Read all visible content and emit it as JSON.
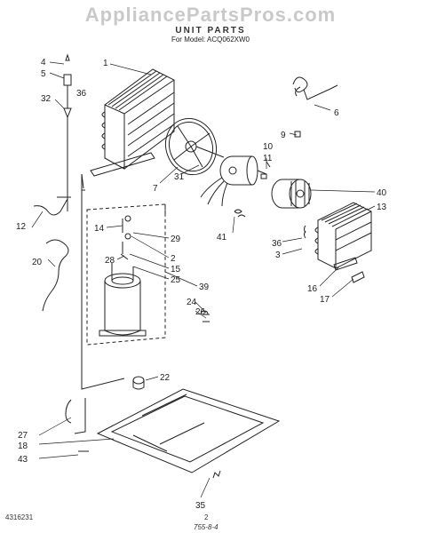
{
  "watermark": "AppliancePartsPros.com",
  "title": "UNIT PARTS",
  "subtitle": "For Model: ACQ062XW0",
  "footer": {
    "doc_number": "4316231",
    "page_number": "2",
    "handwritten_note": "755-8-4"
  },
  "callouts": {
    "c1": "1",
    "c2": "2",
    "c3": "3",
    "c4": "4",
    "c5": "5",
    "c6": "6",
    "c7": "7",
    "c9": "9",
    "c10": "10",
    "c11": "11",
    "c12": "12",
    "c13": "13",
    "c14": "14",
    "c15": "15",
    "c16": "16",
    "c17": "17",
    "c18": "18",
    "c20": "20",
    "c22": "22",
    "c24": "24",
    "c25": "25",
    "c26": "26",
    "c27": "27",
    "c28": "28",
    "c29": "29",
    "c31": "31",
    "c32": "32",
    "c35": "35",
    "c36a": "36",
    "c36b": "36",
    "c39": "39",
    "c40": "40",
    "c41": "41",
    "c43": "43"
  },
  "colors": {
    "ink": "#222222",
    "watermark": "#c9c9c9"
  }
}
